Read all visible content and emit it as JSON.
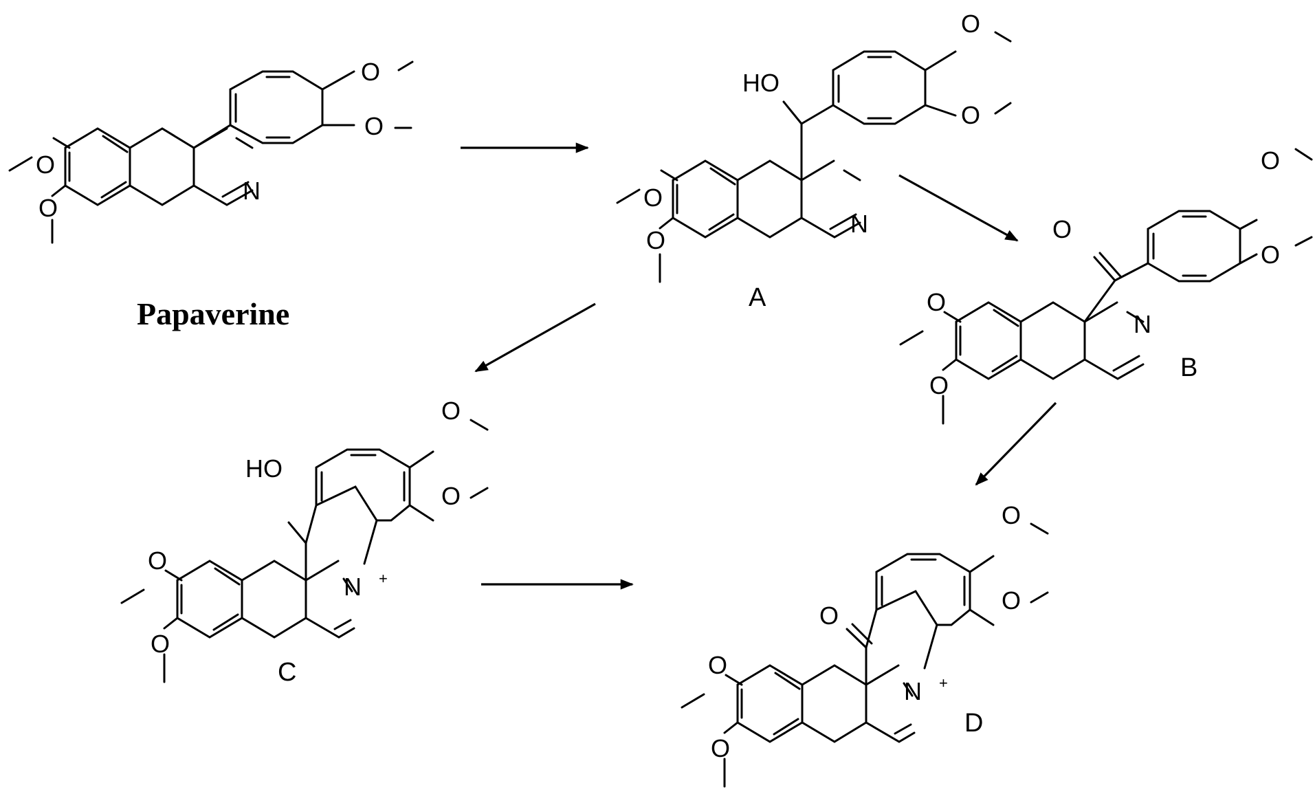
{
  "compound_labels": {
    "papaverine": "Papaverine",
    "a": "A",
    "b": "B",
    "c": "C",
    "d": "D"
  },
  "atoms": {
    "o": "O",
    "n": "N",
    "ho": "HO",
    "plus": "+"
  },
  "colors": {
    "ink": "#000000",
    "background": "#ffffff"
  }
}
